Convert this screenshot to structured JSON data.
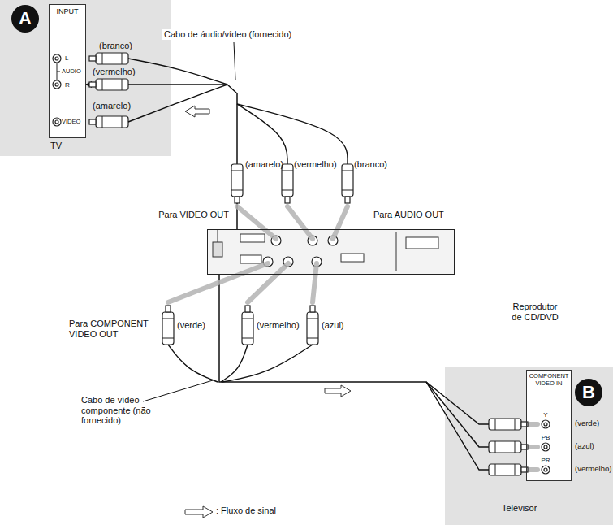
{
  "diagram": {
    "nodes": [
      {
        "text": [
          "A",
          "TV"
        ]
      },
      {
        "text": [
          "INPUT"
        ],
        "in": 0
      },
      {
        "text": [
          "Reprodutor de CD/DVD"
        ]
      },
      {
        "text": [
          "B",
          "Televisor"
        ]
      },
      {
        "text": [
          "COMPONENT VIDEO IN"
        ],
        "in": 3
      }
    ],
    "edges": [
      {
        "from": 2,
        "to": 1,
        "arrow": "to"
      },
      {
        "from": 2,
        "to": 4,
        "arrow": "to"
      }
    ],
    "labels": [
      "L",
      "AUDIO",
      "R",
      "VIDEO",
      "(branco)",
      "(vermelho)",
      "(amarelo)",
      "Cabo de áudio/vídeo (fornecido)",
      "(amarelo)",
      "(vermelho)",
      "(branco)",
      "Para VIDEO OUT",
      "Para AUDIO OUT",
      "Para COMPONENT VIDEO OUT",
      "(verde)",
      "(vermelho)",
      "(azul)",
      "Cabo de vídeo componente (não fornecido)",
      "Y",
      "PB",
      "PR",
      "(verde)",
      "(azul)",
      "(vermelho)"
    ],
    "legend": [
      {
        "text": ": Fluxo de sinal"
      }
    ]
  }
}
